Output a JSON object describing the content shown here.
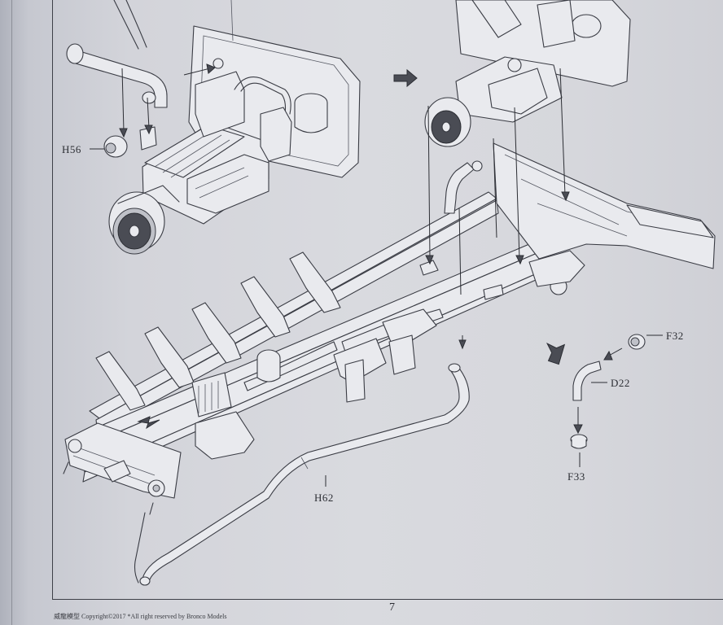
{
  "page": {
    "number": "7",
    "footer": "威龍模型 Copyright©2017 *All right reserved by Bronco Models"
  },
  "callouts": {
    "h56": "H56",
    "f32": "F32",
    "d22": "D22",
    "f33": "F33",
    "h62": "H62"
  }
}
